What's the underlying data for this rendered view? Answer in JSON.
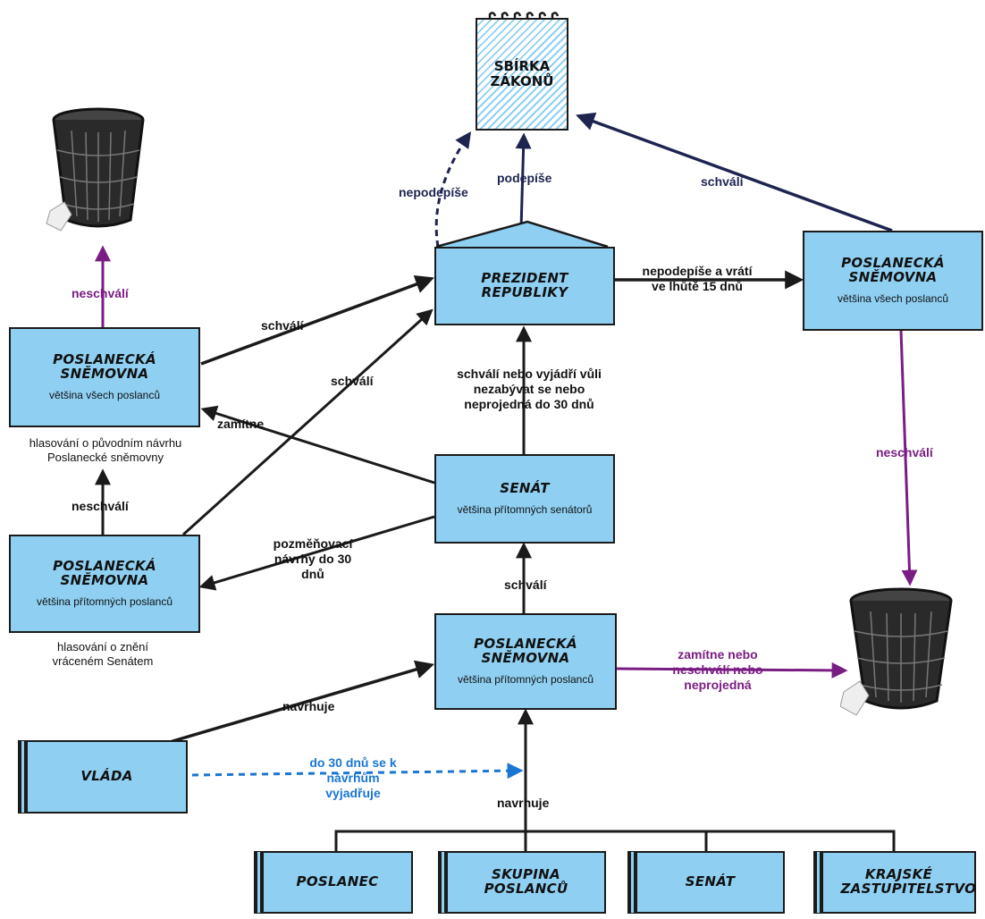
{
  "colors": {
    "box_fill": "#8fd0f2",
    "purple": "#7a1d83",
    "navy": "#1e2450",
    "blue": "#1976d2",
    "black": "#1a1a1a"
  },
  "sbirka": {
    "title": "SBÍRKA ZÁKONŮ"
  },
  "boxes": {
    "prezident": {
      "title": "PREZIDENT REPUBLIKY"
    },
    "ps_vsech_right": {
      "title": "POSLANECKÁ SNĚMOVNA",
      "sub": "většina všech poslanců"
    },
    "ps_vsech_left": {
      "title": "POSLANECKÁ SNĚMOVNA",
      "sub": "většina všech poslanců"
    },
    "senat_mid": {
      "title": "SENÁT",
      "sub": "většina přítomných senátorů"
    },
    "ps_pritomnych_left": {
      "title": "POSLANECKÁ SNĚMOVNA",
      "sub": "většina přítomných poslanců"
    },
    "ps_pritomnych_center": {
      "title": "POSLANECKÁ SNĚMOVNA",
      "sub": "většina přítomných poslanců"
    },
    "vlada": {
      "title": "VLÁDA"
    }
  },
  "proposers": [
    "POSLANEC",
    "SKUPINA POSLANCŮ",
    "SENÁT",
    "KRAJSKÉ ZASTUPITELSTVO"
  ],
  "labels": {
    "nepodepise": "nepodepíše",
    "podepise": "podepíše",
    "schvali_top": "schválí",
    "neschvali_left_top": "neschválí",
    "nepodepise_vrati": "nepodepíše a vrátí ve lhůtě 15 dnů",
    "schvali_left1": "schválí",
    "schvali_left2": "schválí",
    "zamitne": "zamítne",
    "schvali_senat": "schválí nebo vyjádří vůli nezabývat se nebo neprojedná do 30 dnů",
    "neschvali_right": "neschválí",
    "neschvali_left_mid": "neschválí",
    "pozmenovaci": "pozměňovací návrhy do 30 dnů",
    "schvali_center": "schválí",
    "zamitne_nebo": "zamítne nebo neschválí nebo neprojedná",
    "navrhuje_vlada": "navrhuje",
    "do30": "do 30 dnů se k návrhům vyjadřuje",
    "navrhuje_bottom": "navrhuje"
  },
  "notes": {
    "hlasovani_puvodni": "hlasování o původním návrhu Poslanecké sněmovny",
    "hlasovani_zneni": "hlasování o znění vráceném Senátem"
  },
  "icons": {
    "bin": "wastebasket-icon",
    "paper": "crumpled-paper-icon",
    "pin": "pushpin-icon"
  }
}
